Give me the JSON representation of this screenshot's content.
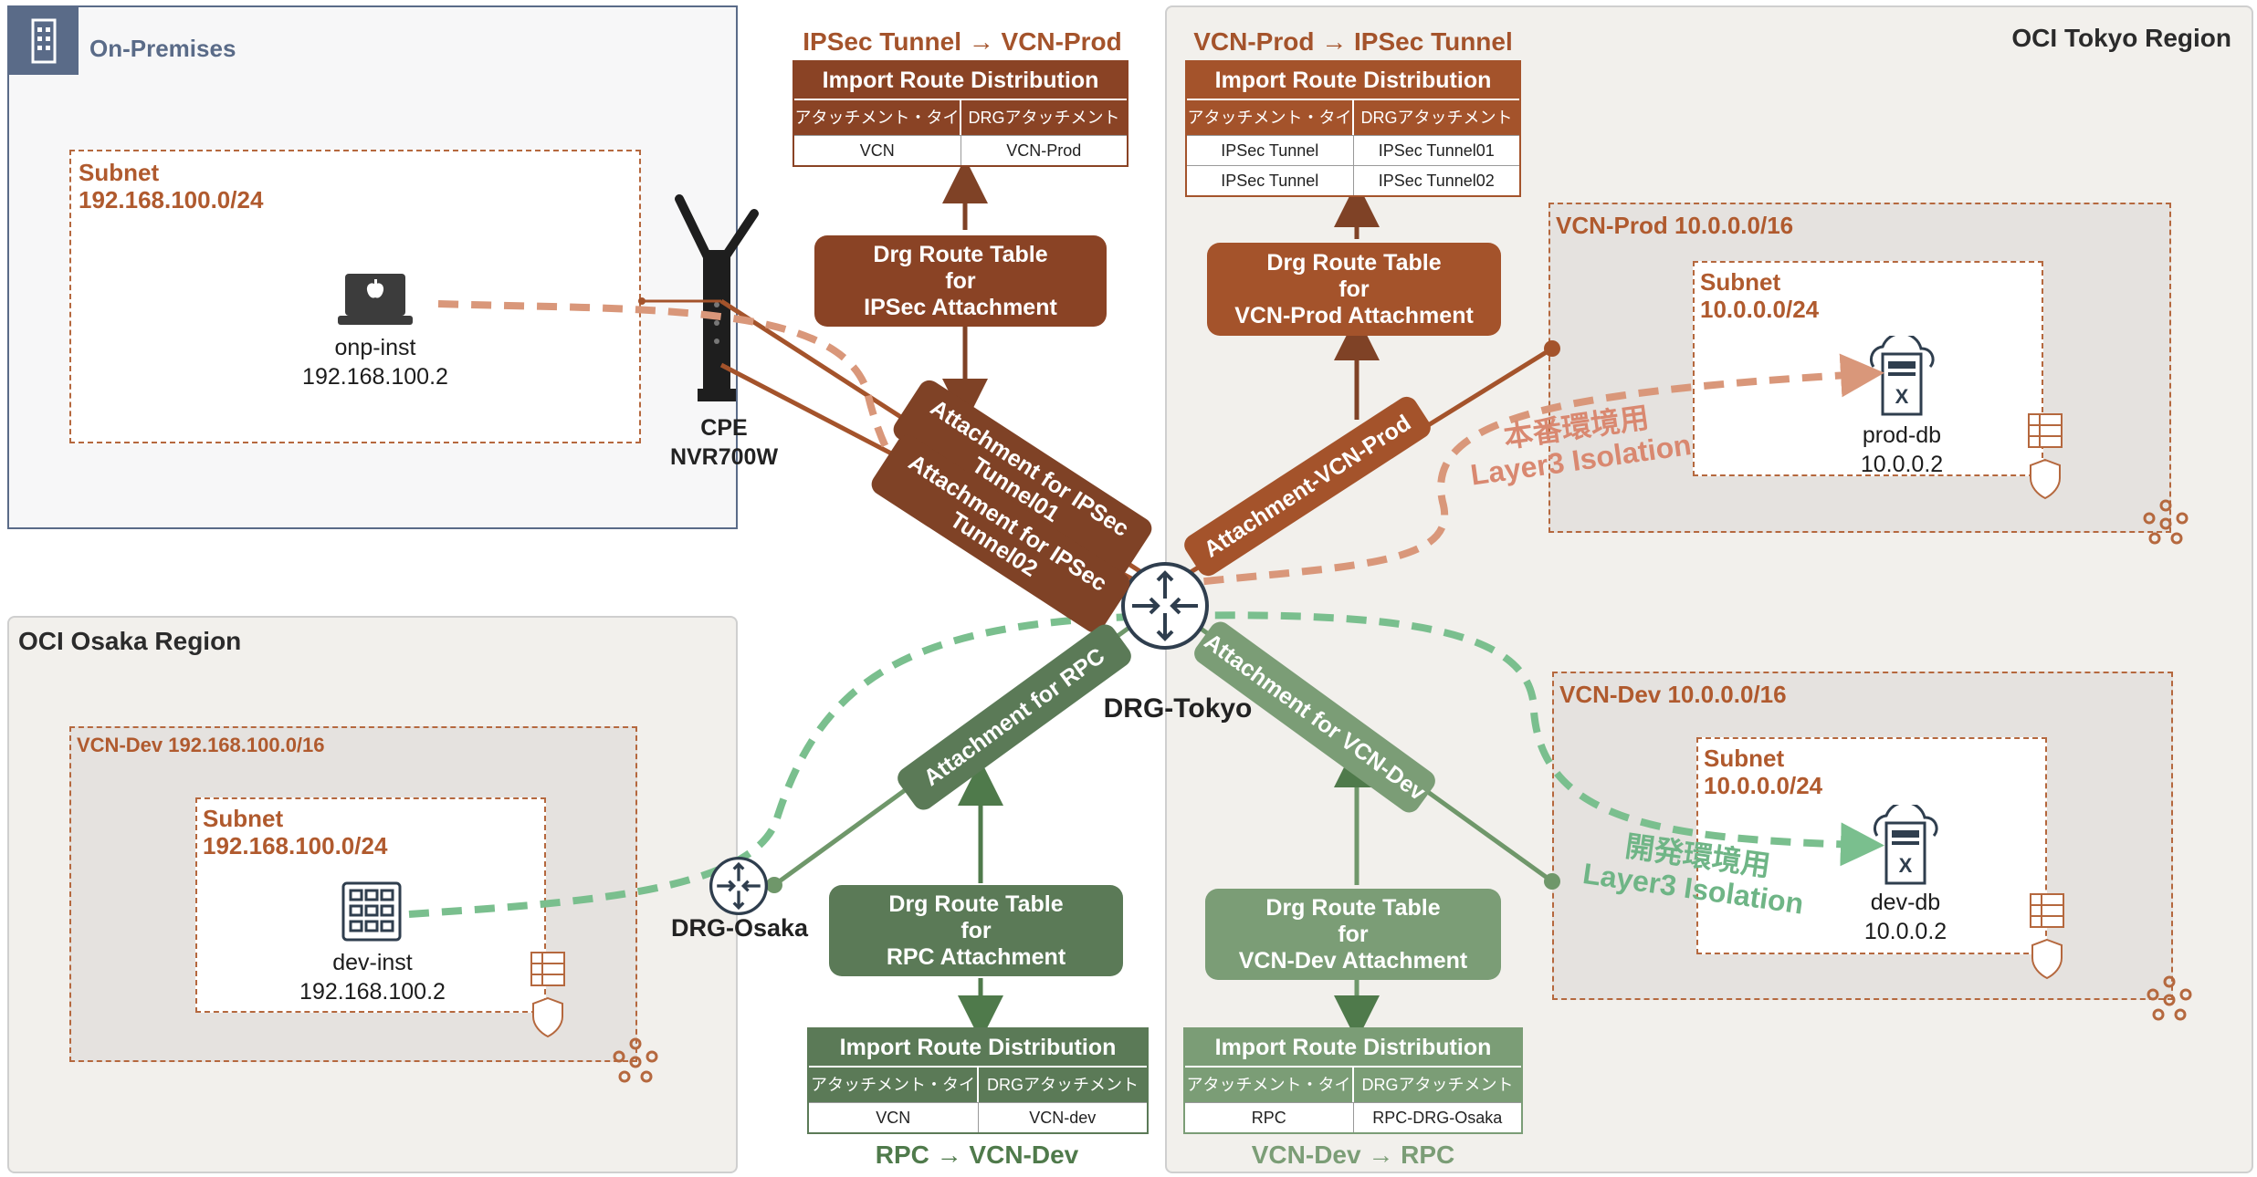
{
  "regions": {
    "onprem": "On-Premises",
    "tokyo": "OCI Tokyo Region",
    "osaka": "OCI Osaka Region"
  },
  "onprem": {
    "subnet_label": "Subnet",
    "subnet_cidr": "192.168.100.0/24",
    "host_name": "onp-inst",
    "host_ip": "192.168.100.2",
    "cpe_line1": "CPE",
    "cpe_line2": "NVR700W"
  },
  "tokyo": {
    "prod_vcn": "VCN-Prod 10.0.0.0/16",
    "prod_subnet_label": "Subnet",
    "prod_subnet_cidr": "10.0.0.0/24",
    "prod_db_name": "prod-db",
    "prod_db_ip": "10.0.0.2",
    "dev_vcn": "VCN-Dev 10.0.0.0/16",
    "dev_subnet_label": "Subnet",
    "dev_subnet_cidr": "10.0.0.0/24",
    "dev_db_name": "dev-db",
    "dev_db_ip": "10.0.0.2",
    "drg": "DRG-Tokyo"
  },
  "osaka": {
    "vcn": "VCN-Dev 192.168.100.0/16",
    "subnet_label": "Subnet",
    "subnet_cidr": "192.168.100.0/24",
    "host_name": "dev-inst",
    "host_ip": "192.168.100.2",
    "drg": "DRG-Osaka"
  },
  "route_tables": {
    "ipsec": [
      "Drg Route Table",
      "for",
      "IPSec Attachment"
    ],
    "vcn_prod": [
      "Drg Route Table",
      "for",
      "VCN-Prod Attachment"
    ],
    "rpc": [
      "Drg Route Table",
      "for",
      "RPC Attachment"
    ],
    "vcn_dev": [
      "Drg Route Table",
      "for",
      "VCN-Dev Attachment"
    ]
  },
  "ird": {
    "header": "Import Route Distribution",
    "col1": "アタッチメント・タイプ",
    "col2": "DRGアタッチメント",
    "ipsec_to_prod": {
      "caption": "IPSec Tunnel → VCN-Prod",
      "rows": [
        [
          "VCN",
          "VCN-Prod"
        ]
      ]
    },
    "prod_to_ipsec": {
      "caption": "VCN-Prod → IPSec Tunnel",
      "rows": [
        [
          "IPSec Tunnel",
          "IPSec Tunnel01"
        ],
        [
          "IPSec Tunnel",
          "IPSec Tunnel02"
        ]
      ]
    },
    "rpc_to_dev": {
      "caption": "RPC → VCN-Dev",
      "rows": [
        [
          "VCN",
          "VCN-dev"
        ]
      ]
    },
    "dev_to_rpc": {
      "caption": "VCN-Dev → RPC",
      "rows": [
        [
          "RPC",
          "RPC-DRG-Osaka"
        ]
      ]
    }
  },
  "attachments": {
    "ipsec1": [
      "Attachment for IPSec",
      "Tunnel01"
    ],
    "ipsec2": [
      "Attachment for IPSec",
      "Tunnel02"
    ],
    "vcn_prod": "Attachment-VCN-Prod",
    "rpc": "Attachment for RPC",
    "vcn_dev": "Attachment for VCN-Dev"
  },
  "annotations": {
    "prod_line1": "本番環境用",
    "prod_line2": "Layer3 Isolation",
    "dev_line1": "開発環境用",
    "dev_line2": "Layer3 Isolation"
  },
  "colors": {
    "brown": "#7f4226",
    "brown_mid": "#a4532b",
    "green_dark": "#4f7a4b",
    "green_mid": "#6f976a",
    "dashed_orange": "#d9977a",
    "dashed_green": "#7abf8e"
  }
}
